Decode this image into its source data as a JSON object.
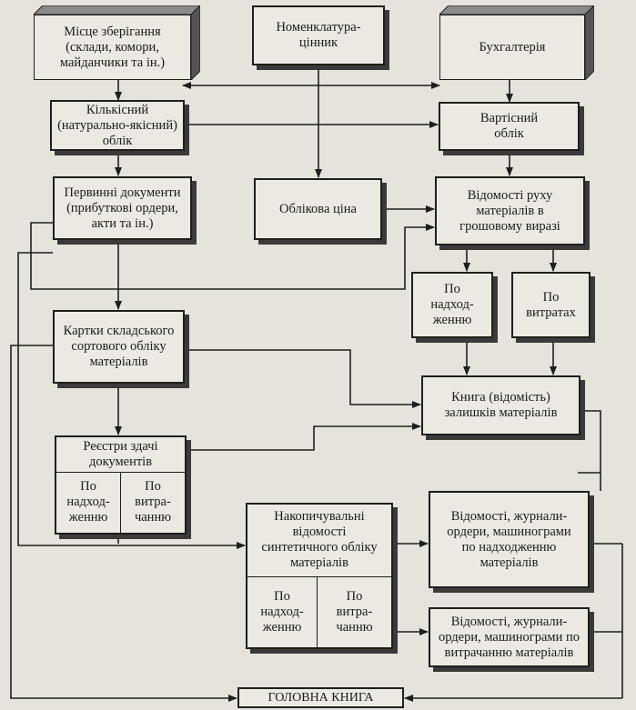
{
  "diagram": {
    "storage": "Місце зберігання\n(склади, комори,\nмайданчики та ін.)",
    "nomenclature": "Номенклатура-\nцінник",
    "accounting": "Бухгалтерія",
    "quantitative": "Кількісний\n(натурально-якісний)\nоблік",
    "value": "Вартісний\nоблік",
    "primary_docs": "Первинні документи\n(прибуткові ордери,\nакти та ін.)",
    "accounting_price": "Облікова ціна",
    "movement_statements": "Відомості руху\nматеріалів в\nгрошовому виразі",
    "by_receipt": "По\nнадход-\nженню",
    "by_expense": "По\nвитратах",
    "stock_cards": "Картки складського\nсортового обліку\nматеріалів",
    "balance_book": "Книга (відомість)\nзалишків матеріалів",
    "registers": {
      "title": "Реєстри здачі\nдокументів",
      "left": "По\nнадход-\nженню",
      "right": "По\nвитра-\nчанню"
    },
    "cumulative": {
      "title": "Накопичувальні\nвідомості\nсинтетичного обліку\nматеріалів",
      "left": "По\nнадход-\nженню",
      "right": "По\nвитра-\nчанню"
    },
    "journals_receipt": "Відомості, журнали-\nордери, машинограми\nпо надходженню\nматеріалів",
    "journals_expense": "Відомості, журнали-\nордери, машинограми по\nвитрачанню матеріалів",
    "general_ledger": "ГОЛОВНА КНИГА"
  }
}
